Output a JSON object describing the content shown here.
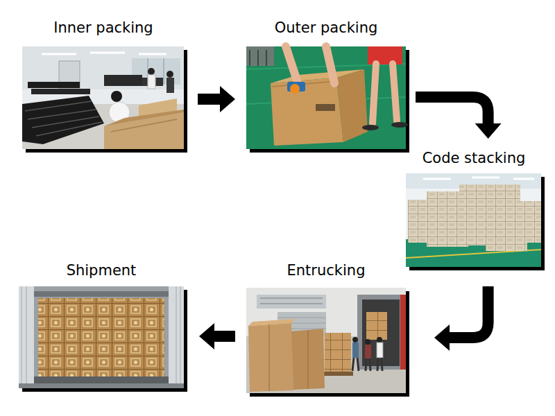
{
  "diagram": {
    "nodes": [
      {
        "text": [
          "Inner packing"
        ]
      },
      {
        "text": [
          "Outer packing"
        ]
      },
      {
        "text": [
          "Code stacking"
        ]
      },
      {
        "text": [
          "Entrucking"
        ]
      },
      {
        "text": [
          "Shipment"
        ]
      }
    ],
    "edges": [
      {
        "from": 0,
        "to": 1,
        "arrow": "to"
      },
      {
        "from": 1,
        "to": 2,
        "arrow": "to"
      },
      {
        "from": 2,
        "to": 3,
        "arrow": "to"
      },
      {
        "from": 3,
        "to": 4,
        "arrow": "to"
      }
    ]
  }
}
